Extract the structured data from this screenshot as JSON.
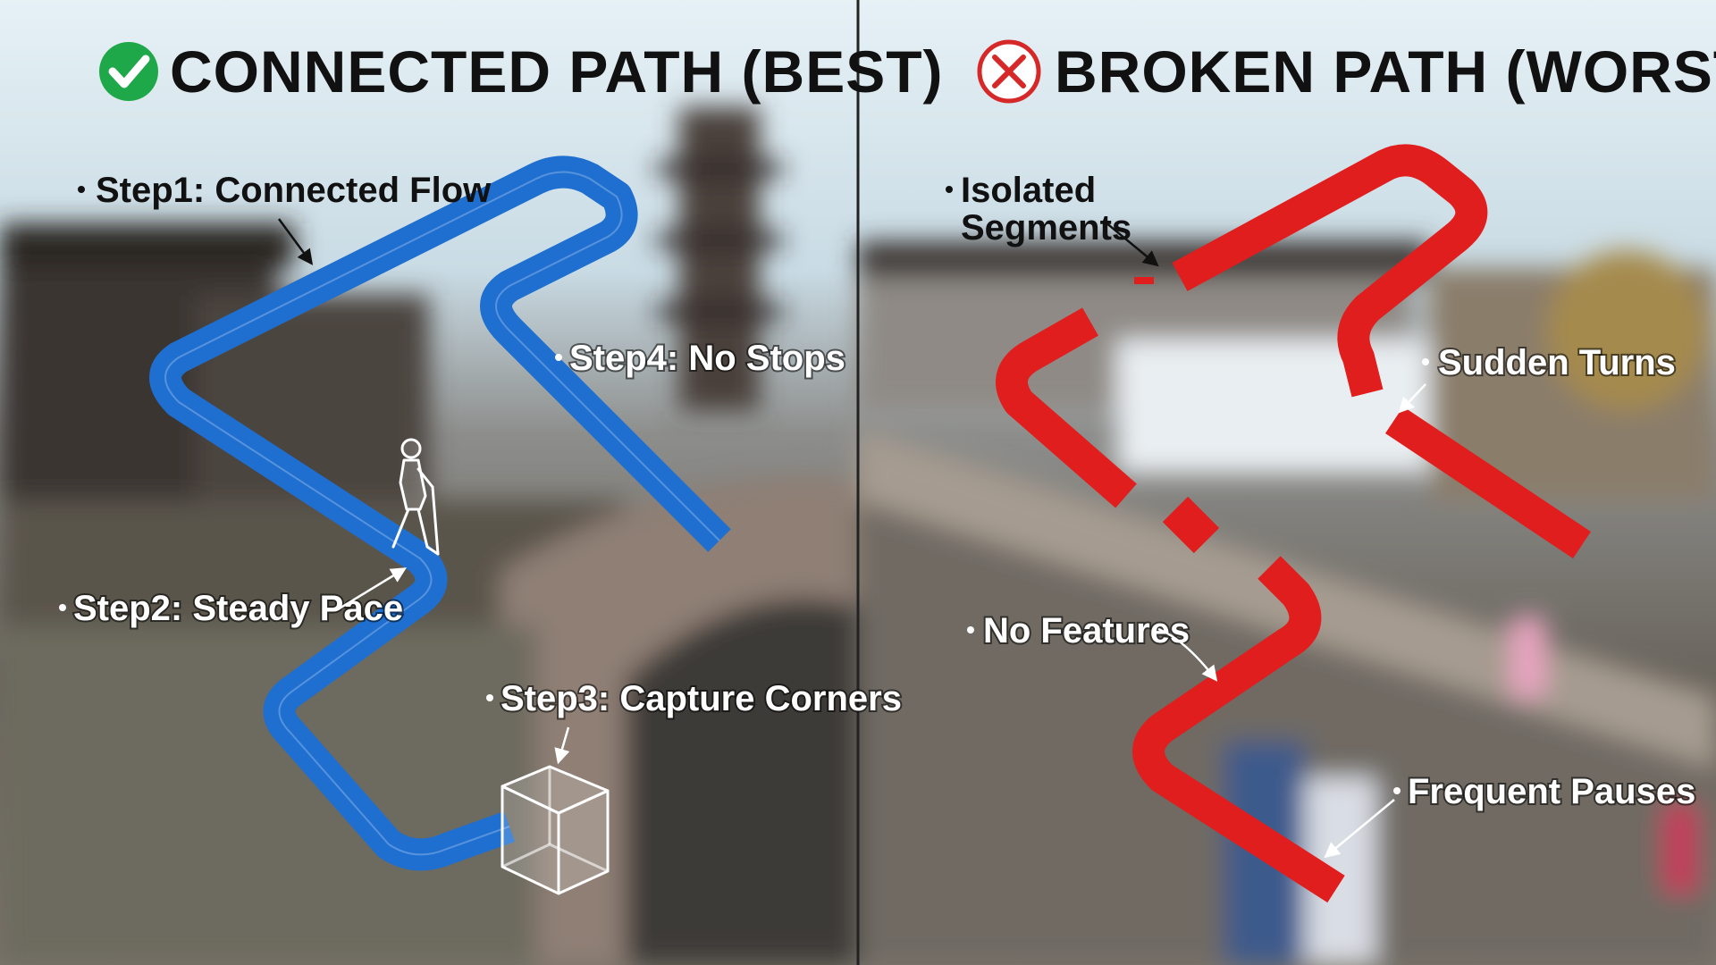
{
  "left_panel": {
    "title": "CONNECTED PATH (BEST)",
    "title_icon": "check-circle-icon",
    "path_color": "#1F6FD1",
    "labels": {
      "step1": "Step1: Connected Flow",
      "step2": "Step2: Steady Pace",
      "step3": "Step3: Capture Corners",
      "step4": "Step4: No Stops"
    },
    "icons": [
      "walking-person-icon",
      "cube-icon"
    ]
  },
  "right_panel": {
    "title": "BROKEN PATH (WORST)",
    "title_icon": "x-circle-icon",
    "path_color": "#E01E1E",
    "labels": {
      "isolated_line1": "Isolated",
      "isolated_line2": "Segments",
      "sudden_turns": "Sudden Turns",
      "no_features": "No Features",
      "frequent_pauses": "Frequent Pauses"
    }
  },
  "colors": {
    "check_green": "#1FA84A",
    "x_red": "#D62828",
    "divider": "#222222"
  }
}
